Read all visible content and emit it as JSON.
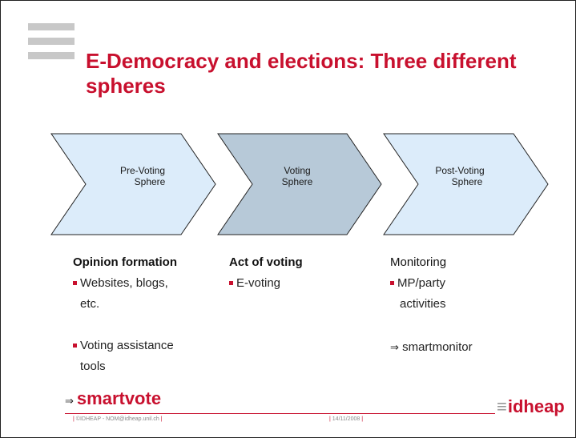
{
  "title": "E-Democracy and elections: Three different spheres",
  "chevrons": [
    {
      "line1": "Pre-Voting",
      "line2": "Sphere",
      "fill": "#dcecfa"
    },
    {
      "line1": "Voting",
      "line2": "Sphere",
      "fill": "#b7c9d8"
    },
    {
      "line1": "Post-Voting",
      "line2": "Sphere",
      "fill": "#dcecfa"
    }
  ],
  "columns": {
    "pre": {
      "heading": "Opinion formation",
      "items": [
        "Websites, blogs,",
        "etc.",
        "Voting assistance",
        "tools"
      ]
    },
    "voting": {
      "heading": "Act of voting",
      "items": [
        "E-voting"
      ]
    },
    "post": {
      "heading": "Monitoring",
      "items": [
        "MP/party",
        "activities"
      ],
      "arrow_item": "smartmonitor"
    }
  },
  "smartvote": "smartvote",
  "arrow_symbol": "⇒",
  "footer": {
    "left": "©IDHEAP - NOM@idheap.unil.ch",
    "date": "14/11/2008",
    "sep": "|"
  },
  "logo": {
    "eq": "≡",
    "text": "idheap"
  },
  "colors": {
    "accent": "#c8102e",
    "chevron_light": "#dcecfa",
    "chevron_dark": "#b7c9d8"
  }
}
